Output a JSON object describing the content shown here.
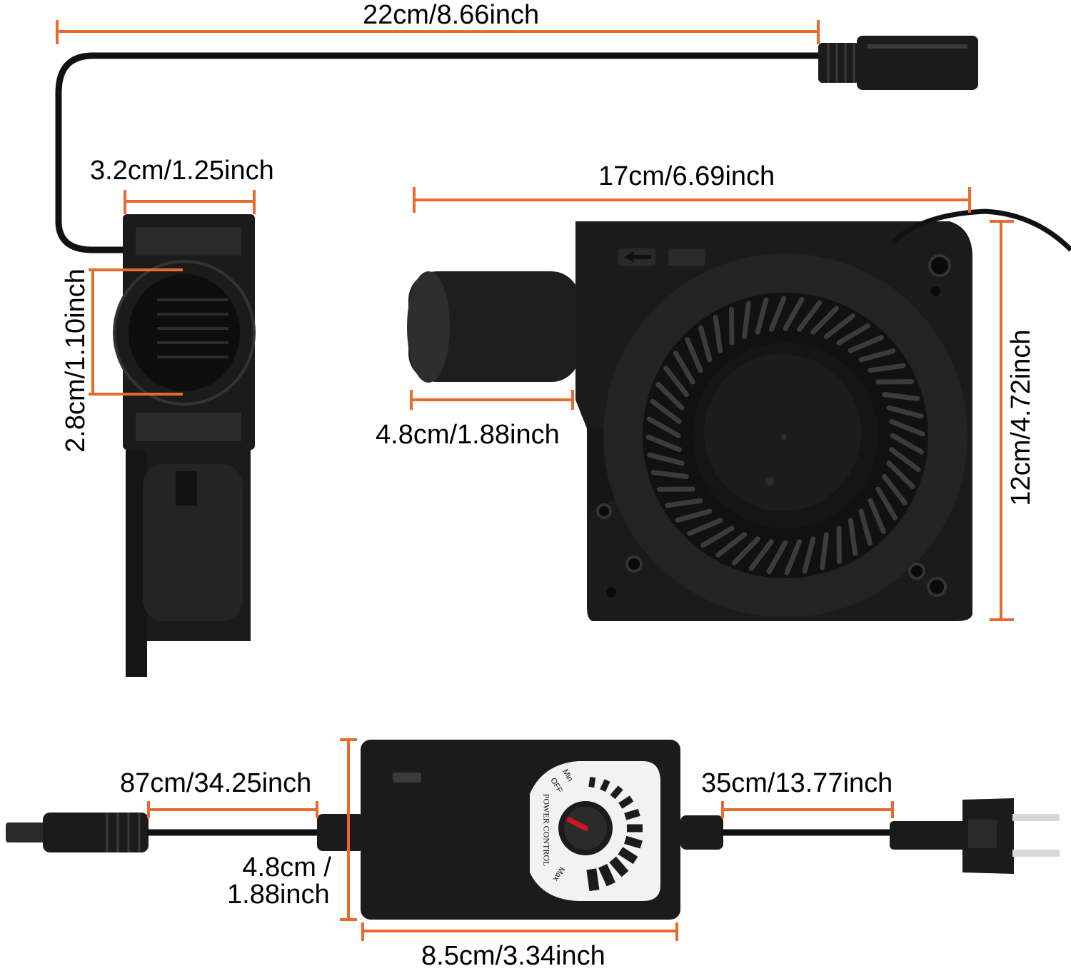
{
  "colors": {
    "dimension_line": "#e86a2c",
    "product_body": "#1b1b1b",
    "product_highlight": "#3a3a3a",
    "label_text": "#000000",
    "dial_face": "#f2f2f2",
    "knob_pointer": "#d4141e",
    "background": "#ffffff"
  },
  "dimensions": {
    "cable_length": "22cm/8.66inch",
    "outlet_width": "3.2cm/1.25inch",
    "outlet_inner_diameter": "2.8cm/1.10inch",
    "fan_length": "17cm/6.69inch",
    "fan_height": "12cm/4.72inch",
    "nozzle_length": "4.8cm/1.88inch",
    "dc_cable_length": "87cm/34.25inch",
    "ac_cable_length": "35cm/13.77inch",
    "controller_height_line1": "4.8cm /",
    "controller_height_line2": "1.88inch",
    "controller_width": "8.5cm/3.34inch"
  },
  "controller": {
    "dial_label": "POWER CONTROL",
    "min_label": "Min",
    "off_label": "OFF",
    "max_label": "Max"
  },
  "icons": {
    "fan": "blower-fan-icon",
    "plug": "ac-plug-icon",
    "jack": "dc-jack-icon",
    "knob": "knob-icon"
  }
}
